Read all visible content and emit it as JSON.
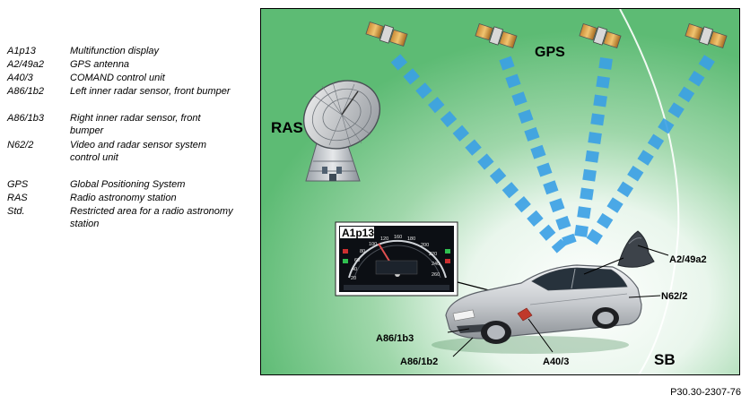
{
  "legend": {
    "items": [
      {
        "code": "A1p13",
        "desc": "Multifunction display"
      },
      {
        "code": "A2/49a2",
        "desc": "GPS antenna"
      },
      {
        "code": "A40/3",
        "desc": "COMAND control unit"
      },
      {
        "code": "A86/1b2",
        "desc": "Left inner radar sensor, front bumper"
      },
      {
        "code": "A86/1b3",
        "desc": "Right inner radar sensor, front bumper"
      },
      {
        "code": "N62/2",
        "desc": "Video and radar sensor system control unit"
      },
      {
        "code": "GPS",
        "desc": "Global Positioning System"
      },
      {
        "code": "RAS",
        "desc": "Radio astronomy station"
      },
      {
        "code": "Std.",
        "desc": "Restricted area for a radio astronomy station"
      }
    ]
  },
  "diagram": {
    "label_ras": "RAS",
    "label_gps": "GPS",
    "label_sb": "SB",
    "label_display": "A1p13",
    "label_antenna": "A2/49a2",
    "label_n62": "N62/2",
    "label_a86_1b3": "A86/1b3",
    "label_a86_1b2": "A86/1b2",
    "label_a40": "A40/3",
    "speedo_ticks": [
      "20",
      "40",
      "60",
      "80",
      "100",
      "120",
      "160",
      "180",
      "200",
      "220",
      "240",
      "260"
    ]
  },
  "figure_ref": "P30.30-2307-76",
  "colors": {
    "background_green": "#5dbb74",
    "signal_blue": "#3aa0e6",
    "car_silver": "#c9ccd0"
  }
}
